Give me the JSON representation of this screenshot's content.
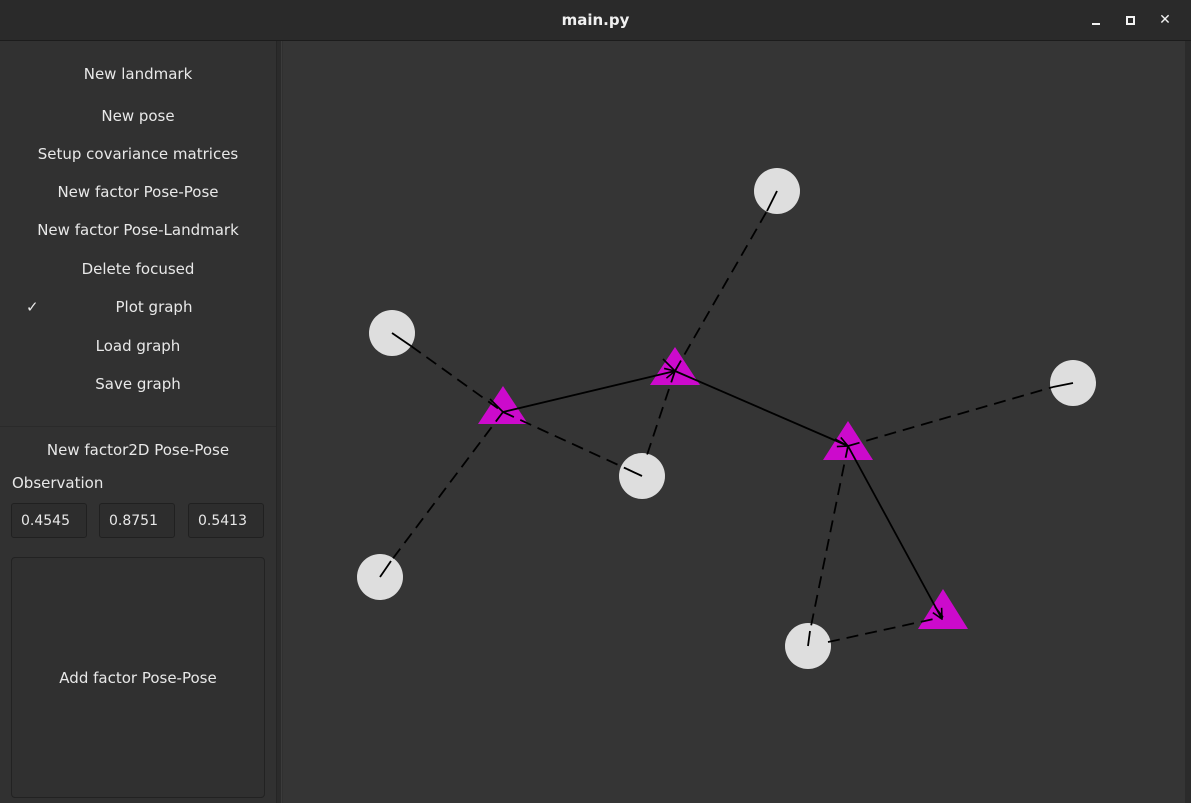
{
  "window": {
    "title": "main.py",
    "close_glyph": "✕"
  },
  "sidebar": {
    "items": [
      {
        "label": "New landmark"
      },
      {
        "label": "New pose"
      },
      {
        "label": "Setup covariance matrices"
      },
      {
        "label": "New factor Pose-Pose"
      },
      {
        "label": "New factor Pose-Landmark"
      },
      {
        "label": "Delete focused"
      },
      {
        "label": "Plot graph",
        "checked": true,
        "check_glyph": "✓"
      },
      {
        "label": "Load graph"
      },
      {
        "label": "Save graph"
      }
    ]
  },
  "factor_panel": {
    "title": "New factor2D Pose-Pose",
    "observation_label": "Observation",
    "observation": [
      "0.4545",
      "0.8751",
      "0.5413"
    ],
    "add_button_label": "Add factor Pose-Pose"
  },
  "colors": {
    "pose_fill": "#cc0acc",
    "landmark_fill": "#dedede",
    "edge_color": "#000000",
    "canvas_bg": "#353535"
  }
}
